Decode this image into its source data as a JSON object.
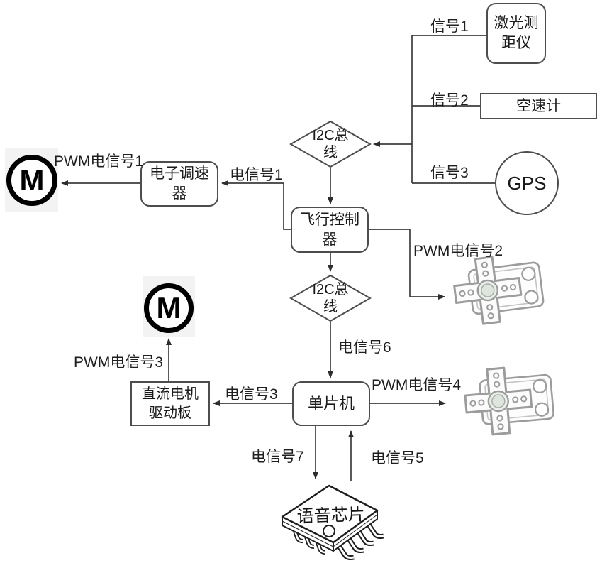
{
  "nodes": {
    "laser_rangefinder": {
      "label": "激光测距仪"
    },
    "airspeed_meter": {
      "label": "空速计"
    },
    "gps": {
      "label": "GPS"
    },
    "i2c_bus_top": {
      "label": "I2C总线"
    },
    "flight_controller": {
      "label": "飞行控制器"
    },
    "esc": {
      "label": "电子调速器"
    },
    "i2c_bus_bottom": {
      "label": "I2C总线"
    },
    "mcu": {
      "label": "单片机"
    },
    "dc_motor_driver": {
      "label": "直流电机驱动板"
    },
    "voice_chip": {
      "label": "语音芯片"
    },
    "motor_top": {
      "label": "M"
    },
    "motor_mid": {
      "label": "M"
    }
  },
  "edge_labels": {
    "signal1": "信号1",
    "signal2": "信号2",
    "signal3": "信号3",
    "pwm1": "PWM电信号1",
    "pwm2": "PWM电信号2",
    "pwm3": "PWM电信号3",
    "pwm4": "PWM电信号4",
    "e1": "电信号1",
    "e3": "电信号3",
    "e5": "电信号5",
    "e6": "电信号6",
    "e7": "电信号7"
  },
  "icons": {
    "servo_top": "servo-motor-icon",
    "servo_bottom": "servo-motor-icon",
    "voice_chip_art": "ic-chip-icon",
    "motor_symbol": "motor-M-icon"
  },
  "colors": {
    "background": "#ffffff",
    "wire": "#3d3d3d",
    "box_border": "#4d4d4d",
    "text": "#1a1a1a",
    "motor_black": "#000000",
    "motor_patch": "#f3f3f3",
    "servo_gray": "#9c9c9c",
    "servo_hub_fill": "#e9efe9"
  }
}
